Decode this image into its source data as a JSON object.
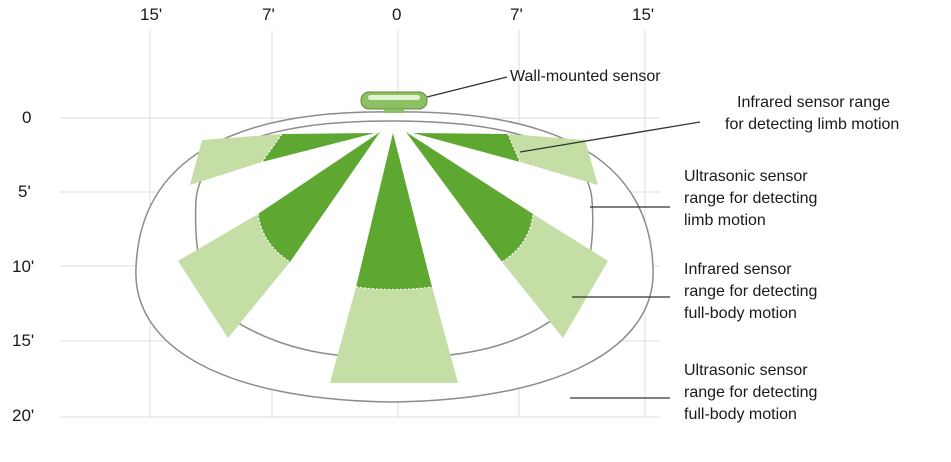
{
  "axis_top": [
    "15'",
    "7'",
    "0",
    "7'",
    "15'"
  ],
  "axis_left": [
    "0",
    "5'",
    "10'",
    "15'",
    "20'"
  ],
  "labels": {
    "wall_sensor": "Wall-mounted sensor",
    "ir_limb": [
      "Infrared sensor range",
      "for detecting limb motion"
    ],
    "us_limb": [
      "Ultrasonic sensor",
      "range for detecting",
      "limb motion"
    ],
    "ir_body": [
      "Infrared sensor",
      "range for detecting",
      "full-body motion"
    ],
    "us_body": [
      "Ultrasonic sensor",
      "range for detecting",
      "full-body motion"
    ]
  },
  "colors": {
    "dark_green": "#5ea832",
    "light_green": "#c5dea6",
    "grid": "#d9d9d9",
    "outline": "#8c8c8c",
    "text": "#1a1a1a"
  }
}
